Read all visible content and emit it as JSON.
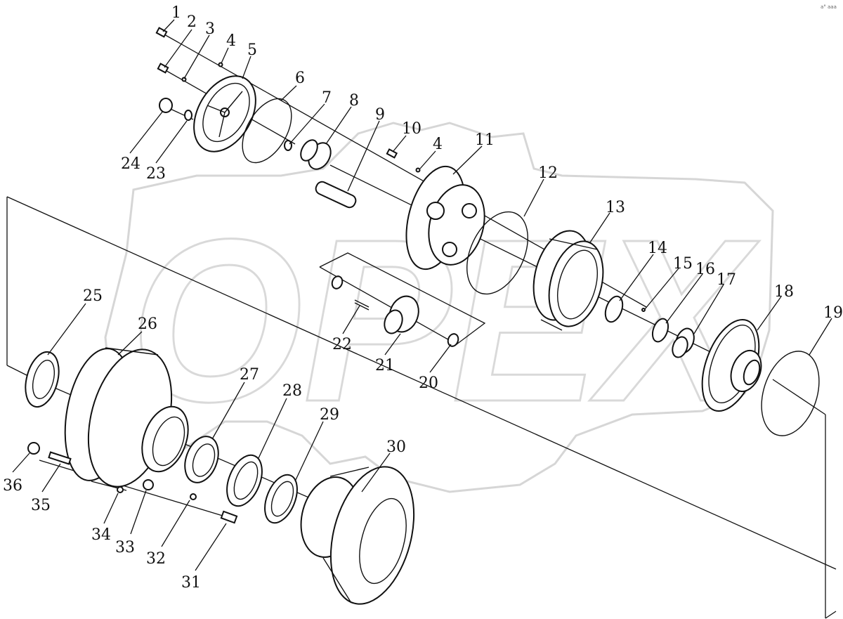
{
  "watermark": {
    "text": "OPEX"
  },
  "corner_mark": "a° aaa",
  "callouts": [
    {
      "num": "1"
    },
    {
      "num": "2"
    },
    {
      "num": "3"
    },
    {
      "num": "4"
    },
    {
      "num": "5"
    },
    {
      "num": "6"
    },
    {
      "num": "7"
    },
    {
      "num": "8"
    },
    {
      "num": "9"
    },
    {
      "num": "10"
    },
    {
      "num": "4"
    },
    {
      "num": "11"
    },
    {
      "num": "12"
    },
    {
      "num": "13"
    },
    {
      "num": "14"
    },
    {
      "num": "15"
    },
    {
      "num": "16"
    },
    {
      "num": "17"
    },
    {
      "num": "18"
    },
    {
      "num": "19"
    },
    {
      "num": "20"
    },
    {
      "num": "21"
    },
    {
      "num": "22"
    },
    {
      "num": "23"
    },
    {
      "num": "24"
    },
    {
      "num": "25"
    },
    {
      "num": "26"
    },
    {
      "num": "27"
    },
    {
      "num": "28"
    },
    {
      "num": "29"
    },
    {
      "num": "30"
    },
    {
      "num": "31"
    },
    {
      "num": "32"
    },
    {
      "num": "33"
    },
    {
      "num": "34"
    },
    {
      "num": "35"
    },
    {
      "num": "36"
    }
  ]
}
